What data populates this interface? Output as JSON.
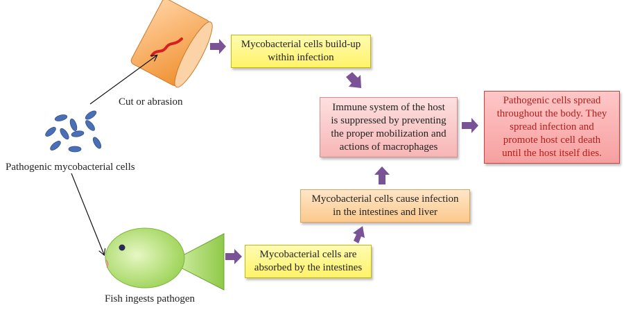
{
  "labels": {
    "cut": "Cut or abrasion",
    "cells": "Pathogenic mycobacterial cells",
    "fish": "Fish ingests pathogen"
  },
  "boxes": {
    "buildup": [
      "Mycobacterial cells build-up",
      "within infection"
    ],
    "immune": [
      "Immune system of the host",
      "is suppressed by preventing",
      "the proper mobilization and",
      "actions of macrophages"
    ],
    "spread": [
      "Pathogenic cells spread",
      "throughout the body.  They",
      "spread infection and",
      "promote host cell death",
      "until the host itself dies."
    ],
    "intestines_liver": [
      "Mycobacterial cells cause infection",
      "in the intestines and liver"
    ],
    "absorbed": [
      "Mycobacterial cells are",
      "absorbed by the intestines"
    ]
  },
  "colors": {
    "arrow": "#7a5296",
    "cell": "#4a6fb5",
    "fish": "#b8e07a",
    "skin": "#f6a85a",
    "wound": "#d42020"
  }
}
